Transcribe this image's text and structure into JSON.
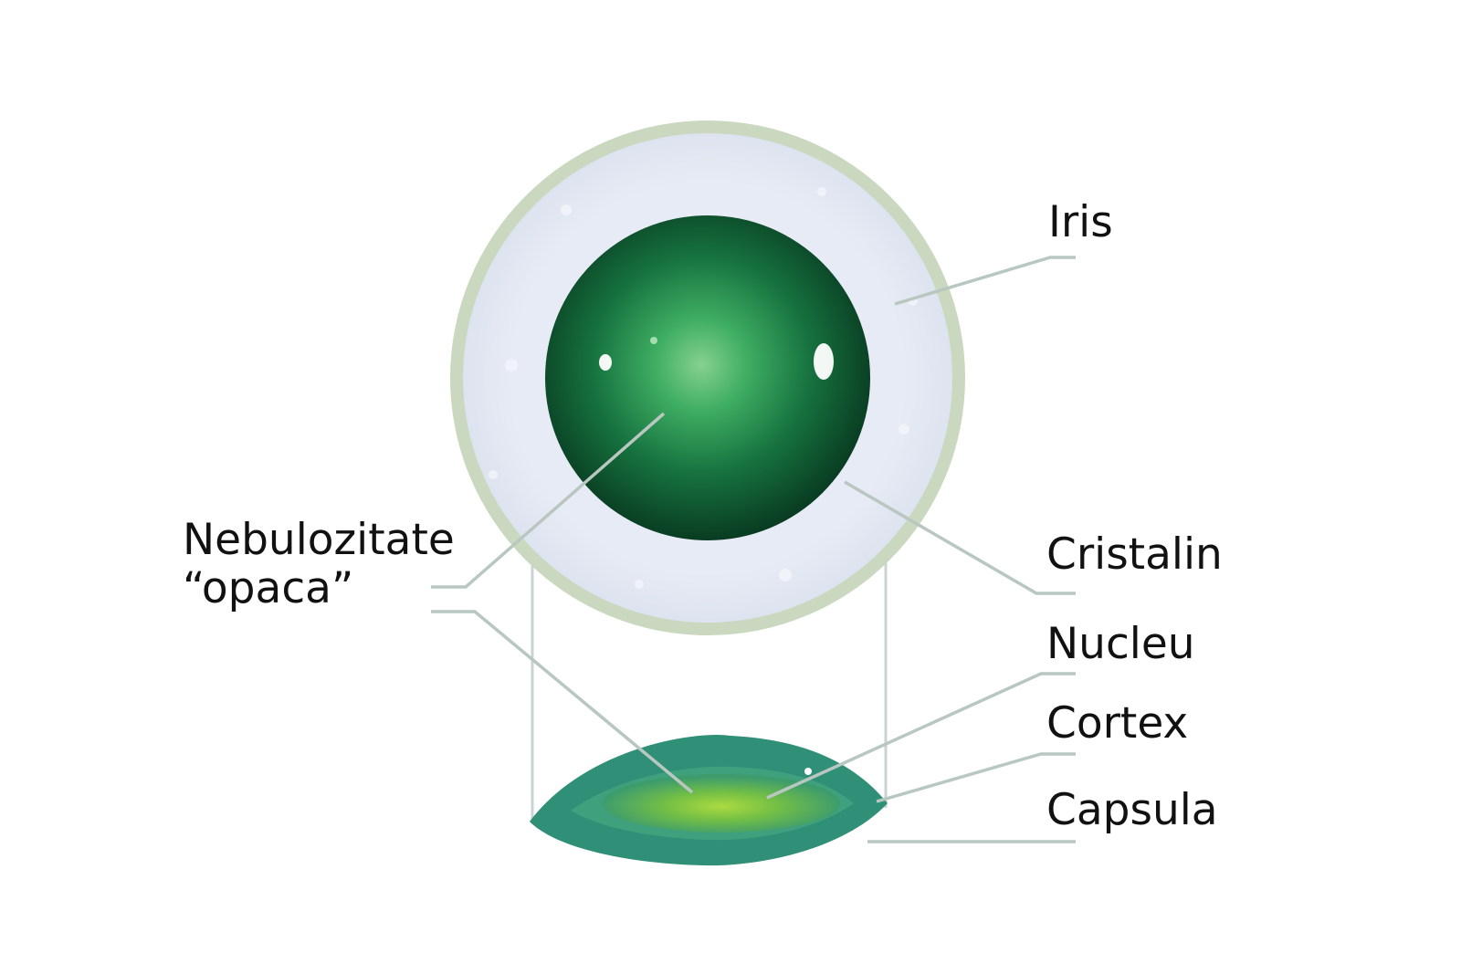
{
  "labels": {
    "iris": "Iris",
    "cristalin": "Cristalin",
    "nucleu": "Nucleu",
    "cortex": "Cortex",
    "capsula": "Capsula",
    "nebulozitate_line1": "Nebulozitate",
    "nebulozitate_line2": "“opaca”"
  },
  "colors": {
    "outer_ring": "#c9d8bf",
    "iris_ring": "#e4e9f3",
    "lens_dark": "#0b4a2c",
    "lens_mid": "#1b8a4f",
    "lens_glow": "#7fd18a",
    "lens_side_outer": "#2f8f77",
    "lens_side_inner": "#3da57f",
    "nucleus_glow": "#a9d63a",
    "leader_line": "#b8c7bf"
  }
}
